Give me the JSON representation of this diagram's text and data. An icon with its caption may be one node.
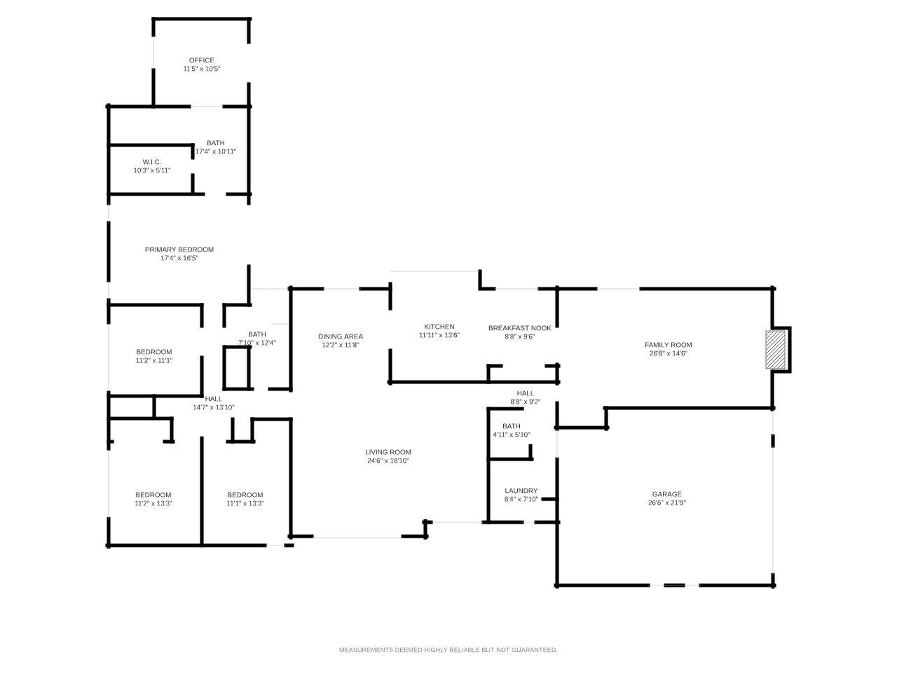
{
  "diagram": {
    "labels": [
      "OFFICE",
      "11'5\" x 10'5\"",
      "BATH",
      "17'4\" x 10'11\"",
      "W.I.C.",
      "10'3\" x 5'11\"",
      "PRIMARY BEDROOM",
      "17'4\" x 16'5\"",
      "KITCHEN",
      "11'11\" x 13'6\"",
      "BREAKFAST NOOK",
      "8'8\" x 9'6\"",
      "BATH",
      "7'10\" x 12'4\"",
      "DINING AREA",
      "12'2\" x 11'8\"",
      "FAMILY ROOM",
      "26'8\" x 14'6\"",
      "BEDROOM",
      "11'2\" x 11'1\"",
      "HALL",
      "8'8\" x 9'2\"",
      "HALL",
      "14'7\" x 13'10\"",
      "BATH",
      "4'11\" x 5'10\"",
      "LIVING ROOM",
      "24'6\" x 18'10\"",
      "LAUNDRY",
      "8'4\" x 7'10\"",
      "GARAGE",
      "26'6\" x 21'9\"",
      "BEDROOM",
      "11'2\" x 13'3\"",
      "BEDROOM",
      "11'1\" x 13'3\"",
      "MEASUREMENTS DEEMED HIGHLY RELIABLE BUT NOT GUARANTEED."
    ]
  }
}
